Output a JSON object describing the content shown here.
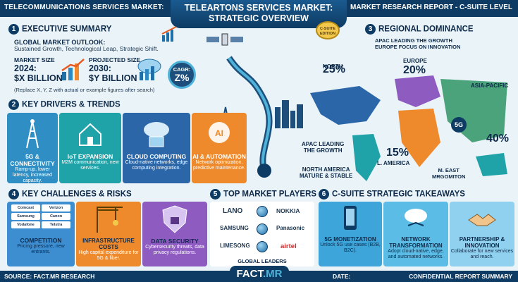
{
  "header": {
    "left": "TELECOMMUNICATIONS SERVICES MARKET:",
    "center_line1": "TELEARTONS SERVICES MARKET:",
    "center_line2": "STRATEGIC OVERVIEW",
    "right": "MARKET RESEARCH REPORT - C-SUITE LEVEL",
    "badge": "C-SUITE EDITION"
  },
  "executive": {
    "num": "1",
    "title": "EXECUTIVE SUMMARY",
    "outlook_label": "GLOBAL MARKET OUTLOOK:",
    "outlook_text": "Sustained Growth, Technological Leap, Strategic Shift.",
    "size_label": "MARKET SIZE",
    "size_year": "2024:",
    "size_value": "$X BILLION",
    "proj_label": "PROJECTED SIZE",
    "proj_year": "2030:",
    "proj_value": "$Y BILLION",
    "cagr_label": "CAGR:",
    "cagr_value": "Z%",
    "note": "(Replace X, Y, Z with actual or example figures after search)"
  },
  "drivers": {
    "num": "2",
    "title": "KEY DRIVERS & TRENDS",
    "items": [
      {
        "title": "5G & CONNECTIVITY",
        "desc": "Ramp-up, lower latency, increased capacity.",
        "color": "#2f8fc4"
      },
      {
        "title": "IoT EXPANSION",
        "desc": "M2M communication, new services.",
        "color": "#20a3a8"
      },
      {
        "title": "CLOUD COMPUTING",
        "desc": "Cloud-native networks, edge computing integration.",
        "color": "#2b66a8"
      },
      {
        "title": "AI & AUTOMATION",
        "desc": "Network optimization, predictive maintenance.",
        "color": "#ee8a2c"
      }
    ]
  },
  "regional": {
    "num": "3",
    "title": "REGIONAL DOMINANCE",
    "sub1": "APAC LEADING THE GROWTH",
    "sub2": "EUROPE FOCUS ON INNOVATION",
    "north_label": "NORTH",
    "north_pct": "25%",
    "europe_label": "EUROPE",
    "europe_pct": "20%",
    "apac_label": "ASIA-PACIFIC",
    "apac_pct": "40%",
    "lam_pct": "15%",
    "lam_label": "L. AMERICA",
    "me_label1": "M. EAST",
    "me_label2": "MRGOMITON",
    "apac_lead1": "APAC LEADING",
    "apac_lead2": "THE GROWTH",
    "na_line1": "NORTH AMERICA",
    "na_line2": "MATURE & STABLE",
    "fiveg": "5G"
  },
  "challenges": {
    "num": "4",
    "title": "KEY CHALLENGES & RISKS",
    "items": [
      {
        "title": "COMPETITION",
        "desc": "Pricing pressure, new entrants.",
        "color": "#3d8dd1"
      },
      {
        "title": "INFRASTRUCTURE COSTS",
        "desc": "High capital expenditure for 5G & fiber.",
        "color": "#ee8a2c"
      },
      {
        "title": "DATA SECURITY",
        "desc": "Cybersecurity threats, data privacy regulations.",
        "color": "#8e5bc1"
      }
    ],
    "mini_logos": [
      "Comcast",
      "Verizon",
      "Samsung",
      "Canon",
      "Vodafone",
      "Telstra"
    ]
  },
  "players": {
    "num": "5",
    "title": "TOP MARKET PLAYERS",
    "left": [
      "LANO",
      "SAMSUNG",
      "LIMESONG"
    ],
    "right": [
      "NOKKIA",
      "Panasonic",
      "airtel"
    ],
    "footer": "GLOBAL LEADERS"
  },
  "takeaways": {
    "num": "6",
    "title": "C-SUITE STRATEGIC TAKEAWAYS",
    "items": [
      {
        "title": "5G MONETIZATION",
        "desc": "Unlock 5G use cases (B2B, B2C).",
        "color": "#3da5d9"
      },
      {
        "title": "NETWORK TRANSFORMATION",
        "desc": "Adopt cloud-native, edge, and automated networks.",
        "color": "#5bbde6"
      },
      {
        "title": "PARTNERSHIP & INNOVATION",
        "desc": "Collaborate for new services and reach.",
        "color": "#8fd1ee"
      }
    ]
  },
  "footer": {
    "source": "SOURCE: FACT.MR RESEARCH",
    "brand": "FACT",
    "brand2": ".MR",
    "date": "DATE:",
    "conf": "CONFIDENTIAL REPORT SUMMARY"
  }
}
